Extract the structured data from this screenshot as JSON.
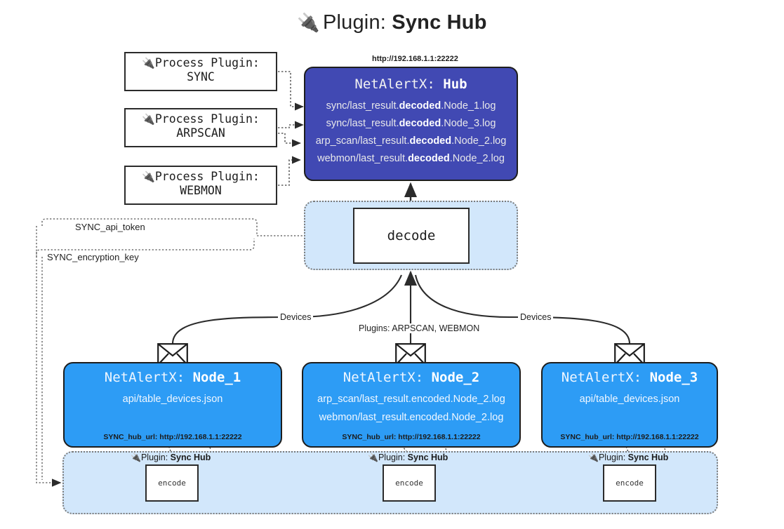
{
  "page": {
    "title_icon": "plug-icon",
    "title_prefix": "Plugin: ",
    "title_name": "Sync Hub"
  },
  "process_plugins": [
    {
      "line1": "Process Plugin:",
      "line2": "SYNC",
      "icon": "plug-icon"
    },
    {
      "line1": "Process Plugin:",
      "line2": "ARPSCAN",
      "icon": "plug-icon"
    },
    {
      "line1": "Process Plugin:",
      "line2": "WEBMON",
      "icon": "plug-icon"
    }
  ],
  "hub": {
    "url": "http://192.168.1.1:22222",
    "title_prefix": "NetAlertX: ",
    "title_name": "Hub",
    "color": "#4149b3",
    "lines": [
      {
        "pre": "sync/last_result.",
        "em": "decoded",
        "post": ".Node_1.log"
      },
      {
        "pre": "sync/last_result.",
        "em": "decoded",
        "post": ".Node_3.log"
      },
      {
        "pre": "arp_scan/last_result.",
        "em": "decoded",
        "post": ".Node_2.log"
      },
      {
        "pre": "webmon/last_result.",
        "em": "decoded",
        "post": ".Node_2.log"
      }
    ]
  },
  "decode": {
    "label": "decode",
    "container_color": "#d2e7fb"
  },
  "settings_wires": [
    {
      "label": "SYNC_api_token"
    },
    {
      "label": "SYNC_encryption_key"
    }
  ],
  "edge_labels": {
    "left": "Devices",
    "center": "Plugins: ARPSCAN, WEBMON",
    "right": "Devices"
  },
  "nodes": [
    {
      "title_prefix": "NetAlertX: ",
      "title_name": "Node_1",
      "lines": [
        "api/table_devices.json"
      ],
      "footer": "SYNC_hub_url: http://192.168.1.1:22222",
      "color": "#2d9cf5",
      "icon": "envelope-icon"
    },
    {
      "title_prefix": "NetAlertX: ",
      "title_name": "Node_2",
      "lines": [
        "arp_scan/last_result.encoded.Node_2.log",
        "webmon/last_result.encoded.Node_2.log"
      ],
      "footer": "SYNC_hub_url: http://192.168.1.1:22222",
      "color": "#2d9cf5",
      "icon": "envelope-icon"
    },
    {
      "title_prefix": "NetAlertX: ",
      "title_name": "Node_3",
      "lines": [
        "api/table_devices.json"
      ],
      "footer": "SYNC_hub_url: http://192.168.1.1:22222",
      "color": "#2d9cf5",
      "icon": "envelope-icon"
    }
  ],
  "encoders": [
    {
      "label": "encode",
      "plugin_prefix": "Plugin: ",
      "plugin_name": "Sync Hub",
      "icon": "plug-icon"
    },
    {
      "label": "encode",
      "plugin_prefix": "Plugin: ",
      "plugin_name": "Sync Hub",
      "icon": "plug-icon"
    },
    {
      "label": "encode",
      "plugin_prefix": "Plugin: ",
      "plugin_name": "Sync Hub",
      "icon": "plug-icon"
    }
  ]
}
